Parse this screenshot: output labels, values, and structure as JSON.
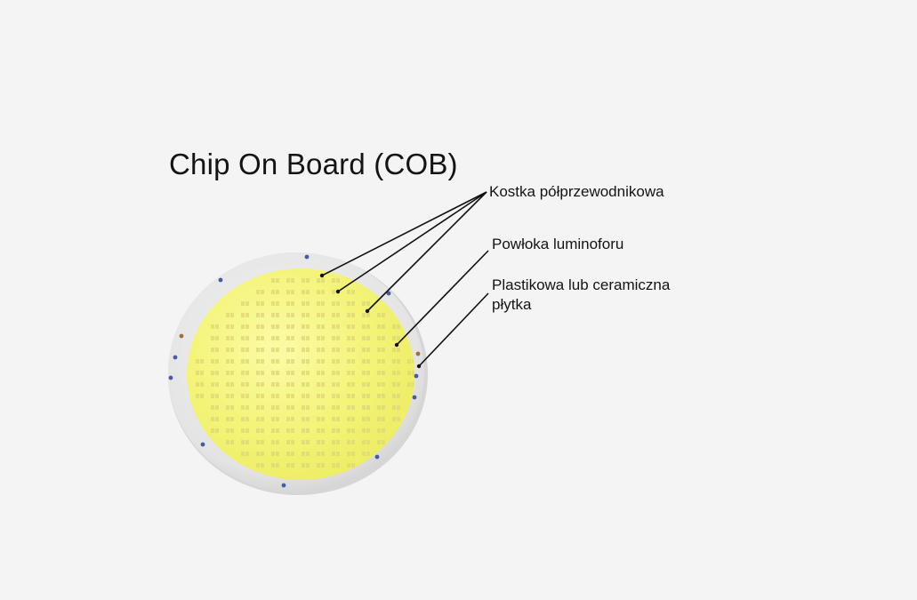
{
  "title": "Chip On Board (COB)",
  "labels": {
    "die": "Kostka półprzewodnikowa",
    "phosphor": "Powłoka luminoforu",
    "substrate_line1": "Plastikowa lub ceramiczna",
    "substrate_line2": "płytka"
  },
  "colors": {
    "background": "#f4f4f4",
    "ring": "#e6e6e6",
    "phosphor": "#f4f47a",
    "chip": "#e2d978",
    "leader_line": "#111111",
    "copper_pad": "#a0703c",
    "blue_pad": "#4a5aa0"
  }
}
